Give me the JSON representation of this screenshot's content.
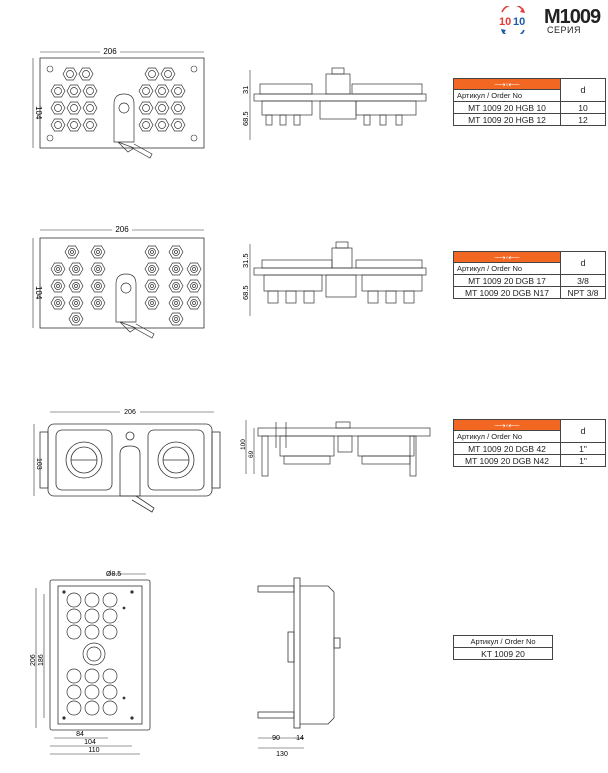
{
  "header": {
    "model": "M1009",
    "series": "СЕРИЯ",
    "icon_numbers": [
      "10",
      "10"
    ],
    "colors": {
      "red": "#e53935",
      "blue": "#1e5aa8",
      "orange": "#f26722"
    }
  },
  "drawing_labels": {
    "block1": {
      "width": "206",
      "height": "104",
      "side_top": "31",
      "side_bottom": "68.5"
    },
    "block2": {
      "width": "206",
      "height": "104",
      "side_top": "31.5",
      "side_bottom": "68.5"
    },
    "block3": {
      "width": "206",
      "height": "103",
      "side_top": "100",
      "side_bottom": "69"
    },
    "block4": {
      "hole": "Ø8.5",
      "h1": "206",
      "h2": "186",
      "w1": "84",
      "w2": "104",
      "w3": "110",
      "s1": "90",
      "s2": "14",
      "s3": "130"
    }
  },
  "tables": [
    {
      "label": "Артикул",
      "sublabel": "/ Order No",
      "d_header": "d",
      "rows": [
        {
          "code": "MT 1009 20 HGB 10",
          "d": "10"
        },
        {
          "code": "MT 1009 20 HGB 12",
          "d": "12"
        }
      ]
    },
    {
      "label": "Артикул",
      "sublabel": "/ Order No",
      "d_header": "d",
      "rows": [
        {
          "code": "MT 1009 20 DGB 17",
          "d": "3/8"
        },
        {
          "code": "MT 1009 20 DGB N17",
          "d": "NPT 3/8"
        }
      ]
    },
    {
      "label": "Артикул",
      "sublabel": "/ Order No",
      "d_header": "d",
      "rows": [
        {
          "code": "MT 1009 20 DGB 42",
          "d": "1\""
        },
        {
          "code": "MT 1009 20 DGB N42",
          "d": "1\""
        }
      ]
    },
    {
      "label": "Артикул",
      "sublabel": "/ Order No",
      "rows": [
        {
          "code": "KT 1009 20"
        }
      ]
    }
  ]
}
